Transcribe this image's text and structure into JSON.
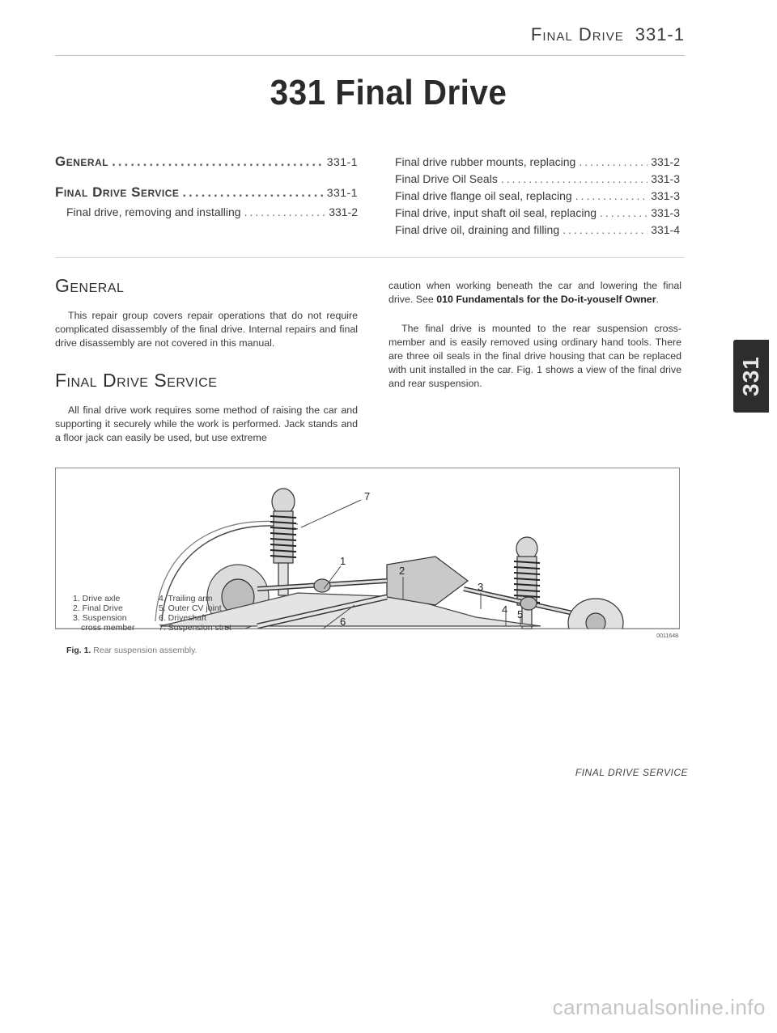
{
  "header": {
    "section": "Final Drive",
    "page": "331-1"
  },
  "chapter_title": "331 Final Drive",
  "toc": {
    "left": [
      {
        "label": "General",
        "page": "331-1",
        "level": "major"
      },
      {
        "label": "Final Drive Service",
        "page": "331-1",
        "level": "major"
      },
      {
        "label": "Final drive, removing and installing",
        "page": "331-2",
        "level": "sub"
      }
    ],
    "right": [
      {
        "label": "Final drive rubber mounts, replacing",
        "page": "331-2"
      },
      {
        "label": "Final Drive Oil Seals",
        "page": "331-3"
      },
      {
        "label": "Final drive flange oil seal, replacing",
        "page": "331-3"
      },
      {
        "label": "Final drive, input shaft oil seal, replacing",
        "page": "331-3"
      },
      {
        "label": "Final drive oil, draining and filling",
        "page": "331-4"
      }
    ]
  },
  "sections": {
    "general_heading": "General",
    "general_text": "This repair group covers repair operations that do not require complicated disassembly of the final drive. Internal repairs and final drive disassembly are not covered in this manual.",
    "service_heading": "Final Drive Service",
    "service_text_1": "All final drive work requires some method of raising the car and supporting it securely while the work is performed. Jack stands and a floor jack can easily be used, but use extreme",
    "caution_text": "caution when working beneath the car and lowering the final drive. See",
    "caution_ref": "010 Fundamentals for the Do-it-yousel",
    "caution_ref_tail": "f Owner",
    "caution_end": ".",
    "service_text_2": "The final drive is mounted to the rear suspension cross-member and is easily removed using ordinary hand tools. There are three oil seals in the final drive housing that can be replaced with unit installed in the car. Fig. 1 shows a view of the final drive and rear suspension."
  },
  "side_tab": "331",
  "figure": {
    "callouts": [
      "7",
      "2",
      "1",
      "3",
      "4",
      "5",
      "6"
    ],
    "legend_left": [
      "1. Drive axle",
      "2. Final Drive",
      "3. Suspension",
      "cross member"
    ],
    "legend_right": [
      "4. Trailing arm",
      "5. Outer CV joint",
      "6. Driveshaft",
      "7. Suspension strut"
    ],
    "code": "0011648",
    "caption_label": "Fig. 1.",
    "caption_text": "Rear suspension assembly."
  },
  "footer_section": "FINAL DRIVE SERVICE",
  "watermark": "carmanualsonline.info"
}
